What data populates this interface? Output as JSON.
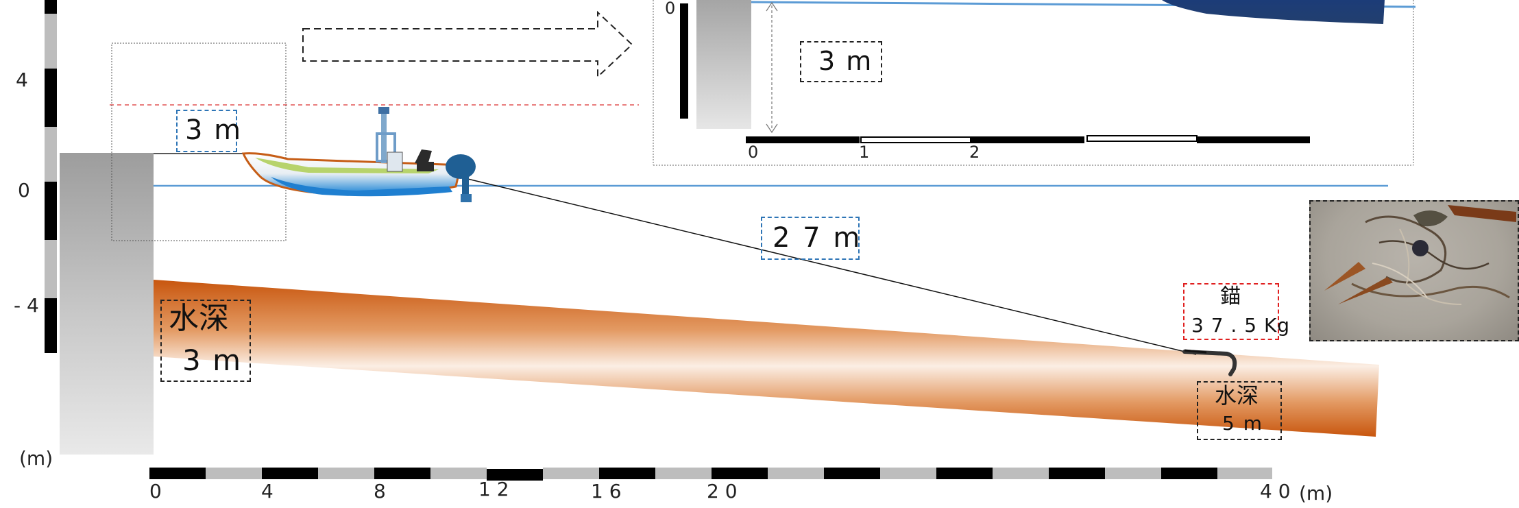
{
  "scale_left": {
    "unit_label": "(m)",
    "tick_labels": [
      "4",
      "0",
      "- 4"
    ]
  },
  "scale_bottom": {
    "tick_labels": [
      "0",
      "4",
      "8",
      "1 2",
      "1 6",
      "2 0",
      "4 0"
    ],
    "unit_label": "(m)"
  },
  "inset": {
    "height_label": "3 m",
    "scale_ticks": [
      "0",
      "1",
      "2"
    ],
    "top_tick": "0"
  },
  "labels": {
    "quay_height": "3 m",
    "rope_length": "2 7 m",
    "depth_near": {
      "line1": "水深",
      "line2": "3 m"
    },
    "depth_far": {
      "line1": "水深",
      "line2": "5 m"
    },
    "anchor": {
      "line1": "錨",
      "line2": "3 7 . 5 Kg"
    }
  },
  "colors": {
    "water_line": "#5b9bd5",
    "seabed": "#c8560e",
    "quay": "#b0b0b0",
    "reference_line": "#e05050",
    "label_box_blue": "#2e75b6",
    "label_box_red": "#e02020"
  },
  "icons": {
    "boat": "motor-boat",
    "anchor": "grapnel-anchor",
    "arrow": "right-arrow-outline"
  }
}
